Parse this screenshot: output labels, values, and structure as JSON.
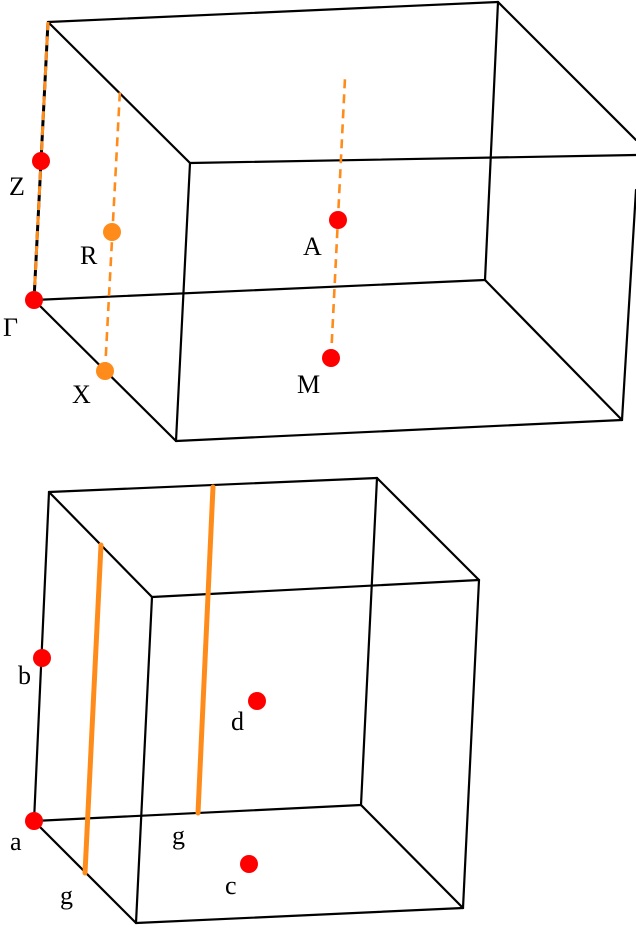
{
  "colors": {
    "edge": "#000000",
    "red_point": "#ff0000",
    "orange_point": "#ff8c1a",
    "orange_line": "#ff8c1a"
  },
  "top_panel": {
    "labels": {
      "Z": "Z",
      "R": "R",
      "A": "A",
      "Gamma": "Γ",
      "X": "X",
      "M": "M"
    }
  },
  "bottom_panel": {
    "labels": {
      "b": "b",
      "d": "d",
      "a": "a",
      "g_left": "g",
      "g_mid": "g",
      "c": "c"
    }
  }
}
